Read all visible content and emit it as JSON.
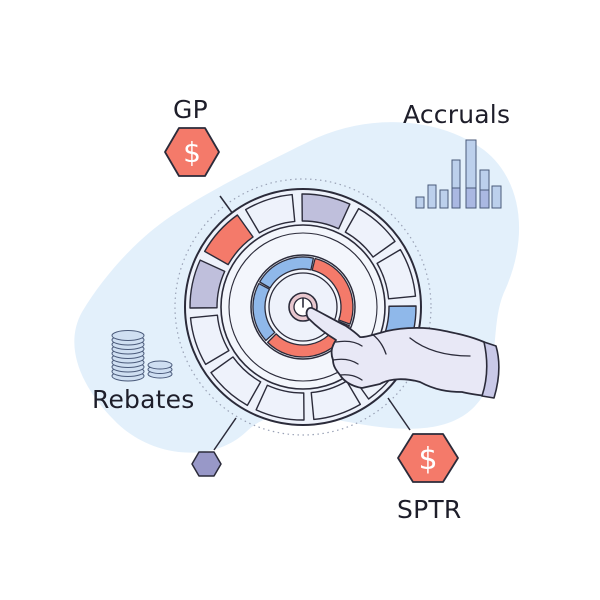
{
  "labels": {
    "gp": "GP",
    "accruals": "Accruals",
    "rebates": "Rebates",
    "sptr": "SPTR"
  },
  "icons": {
    "gp": "dollar-hexagon-icon",
    "sptr": "dollar-hexagon-icon",
    "accruals": "bar-chart-icon",
    "rebates": "coin-stack-icon",
    "center": "power-button-icon",
    "hand": "pointing-hand-icon",
    "small": "hexagon-icon"
  },
  "symbols": {
    "currency": "$"
  },
  "colors": {
    "blob": "#e3f0fb",
    "accent_red": "#f47a6a",
    "accent_purple": "#bfbfdc",
    "accent_blue": "#8fb8ea",
    "outline": "#2b2b3a",
    "dial_fill": "#eef2fb"
  }
}
